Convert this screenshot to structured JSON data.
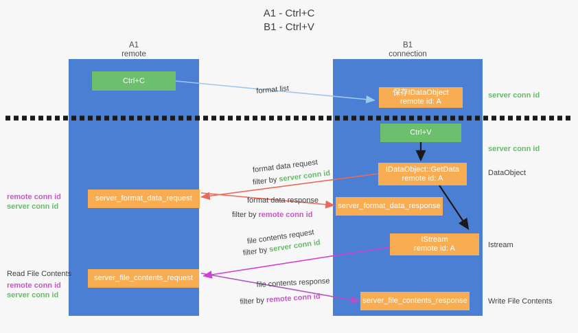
{
  "title": {
    "line1": "A1 - Ctrl+C",
    "line2": "B1 - Ctrl+V"
  },
  "colors": {
    "background": "#f7f7f7",
    "lane": "#4a7fd4",
    "green_node": "#6cbf6c",
    "orange_node": "#f9ad52",
    "green_text": "#66bb6a",
    "purple_text": "#c457c4",
    "dark_text": "#3c4043",
    "format_list_arrow": "#9ec9ec",
    "format_data_arrow": "#ea6a5a",
    "file_contents_arrow": "#d43fd4",
    "black_arrow": "#1a1a1a",
    "divider": "#1a1a1a"
  },
  "lanes": [
    {
      "id": "a1",
      "title": "A1",
      "subtitle": "remote"
    },
    {
      "id": "b1",
      "title": "B1",
      "subtitle": "connection"
    }
  ],
  "nodes": {
    "ctrl_c": {
      "line1": "Ctrl+C",
      "line2": ""
    },
    "save_idataobject": {
      "line1": "保存IDataObject",
      "line2": "remote id: A"
    },
    "ctrl_v": {
      "line1": "Ctrl+V",
      "line2": ""
    },
    "getdata": {
      "line1": "IDataObject::GetData",
      "line2": "remote id: A"
    },
    "server_format_data_request": {
      "line1": "server_format_data_request",
      "line2": ""
    },
    "server_format_data_response": {
      "line1": "server_format_data_response",
      "line2": ""
    },
    "istream": {
      "line1": "IStream",
      "line2": "remote id: A"
    },
    "server_file_contents_request": {
      "line1": "server_file_contents_request",
      "line2": ""
    },
    "server_file_contents_response": {
      "line1": "server_file_contents_response",
      "line2": ""
    }
  },
  "edge_labels": {
    "format_list": "format list",
    "format_data_request": "format data request",
    "format_data_request_filter_prefix": "filter by ",
    "format_data_request_filter_key": "server conn id",
    "format_data_response": "format data response",
    "format_data_response_filter_prefix": "filter by ",
    "format_data_response_filter_key": "remote conn id",
    "file_contents_request": "file contents request",
    "file_contents_request_filter_prefix": "filter by ",
    "file_contents_request_filter_key": "server conn id",
    "file_contents_response": "file contents response",
    "file_contents_response_filter_prefix": "filter by ",
    "file_contents_response_filter_key": "remote conn id"
  },
  "right_annotations": [
    {
      "id": "server-conn-id-top",
      "text": "server conn id",
      "kind": "green"
    },
    {
      "id": "server-conn-id-mid",
      "text": "server conn id",
      "kind": "green"
    },
    {
      "id": "dataobject",
      "text": "DataObject",
      "kind": "dark"
    },
    {
      "id": "istream",
      "text": "Istream",
      "kind": "dark"
    },
    {
      "id": "write-file-contents",
      "text": "Write File Contents",
      "kind": "dark"
    }
  ],
  "left_annotations": {
    "format_group": {
      "remote": "remote conn id",
      "server": "server conn id"
    },
    "file_group": {
      "heading": "Read File Contents",
      "remote": "remote conn id",
      "server": "server conn id"
    }
  }
}
